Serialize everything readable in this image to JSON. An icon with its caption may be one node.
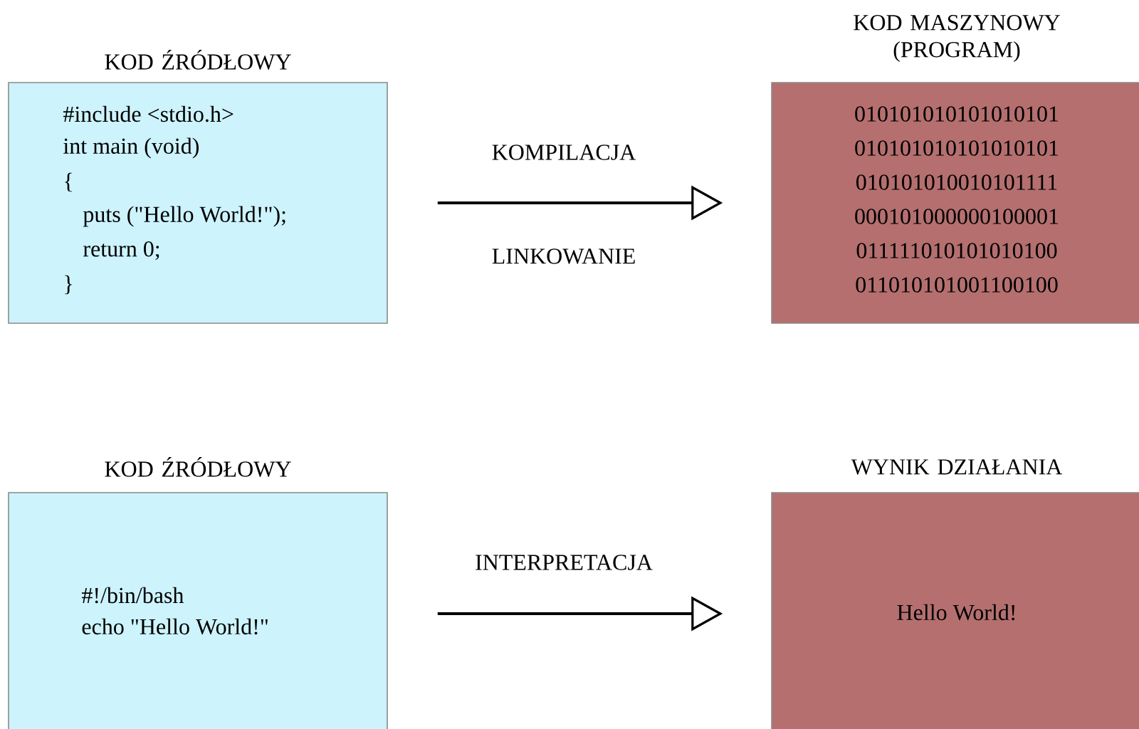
{
  "diagram": {
    "nodes": [
      {
        "text": [
          "KOD ŹRÓDŁOWY",
          "#include <stdio.h>",
          "int main (void)",
          "{",
          "puts (\"Hello World!\");",
          "return 0;",
          "}"
        ]
      },
      {
        "text": [
          "KOD MASZYNOWY (PROGRAM)",
          "010101010101010101",
          "010101010101010101",
          "010101010010101111",
          "000101000000100001",
          "011111010101010100",
          "011010101001100100"
        ]
      },
      {
        "text": [
          "KOD ŹRÓDŁOWY",
          "#!/bin/bash",
          "echo \"Hello World!\""
        ]
      },
      {
        "text": [
          "WYNIK DZIAŁANIA",
          "Hello World!"
        ]
      }
    ],
    "edges": [
      {
        "from": 0,
        "to": 1,
        "arrow": "to",
        "label": "KOMPILACJA"
      },
      {
        "from": 2,
        "to": 3,
        "arrow": "to",
        "label": "INTERPRETACJA"
      }
    ],
    "labels": [
      "LINKOWANIE"
    ]
  }
}
